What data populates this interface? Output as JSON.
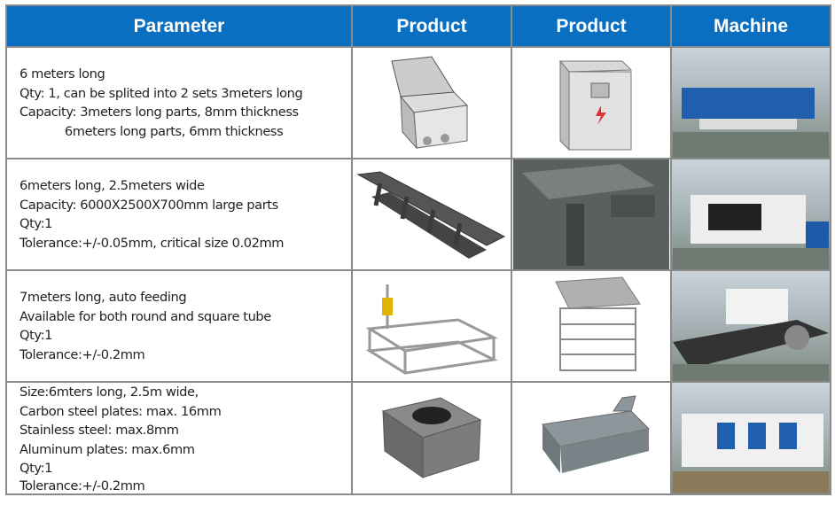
{
  "headers": [
    "Parameter",
    "Product",
    "Product",
    "Machine"
  ],
  "rows": [
    {
      "lines": [
        "6 meters long",
        "Qty: 1, can be splited into 2 sets 3meters long",
        "Capacity: 3meters long parts, 8mm thickness",
        "            6meters long parts, 6mm thickness"
      ],
      "product1": "electrical-box-image",
      "product2": "electrical-cabinet-image",
      "machine": "press-brake-machine-photo"
    },
    {
      "lines": [
        "6meters long, 2.5meters wide",
        "Capacity: 6000X2500X700mm large parts",
        "Qty:1",
        "Tolerance:+/-0.05mm, critical size 0.02mm"
      ],
      "product1": "long-steel-frame-image",
      "product2": "steel-frame-detail-image",
      "machine": "cnc-machining-center-photo"
    },
    {
      "lines": [
        "7meters long, auto feeding",
        "Available for both round and square tube",
        "Qty:1",
        "Tolerance:+/-0.2mm"
      ],
      "product1": "tube-cart-image",
      "product2": "tube-rack-image",
      "machine": "tube-laser-cutter-photo"
    },
    {
      "lines": [
        "Size:6mters long, 2.5m wide,",
        "Carbon steel plates: max. 16mm",
        "Stainless steel: max.8mm",
        "Aluminum plates: max.6mm",
        "Qty:1",
        "Tolerance:+/-0.2mm"
      ],
      "product1": "sheet-metal-box-image",
      "product2": "bent-sheet-tray-image",
      "machine": "fiber-laser-cutter-photo"
    }
  ],
  "colors": {
    "header_bg": "#0b6fc1",
    "header_text": "#ffffff",
    "border": "#8a8a8a"
  }
}
